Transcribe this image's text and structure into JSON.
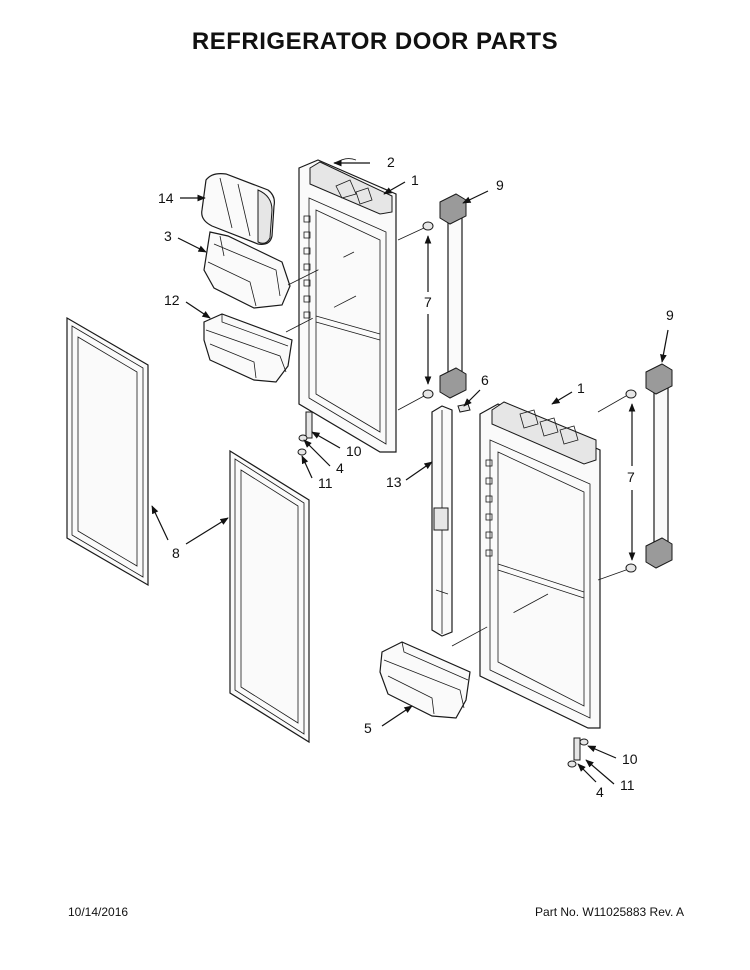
{
  "title": "REFRIGERATOR DOOR PARTS",
  "footer": {
    "date": "10/14/2016",
    "part_no": "Part No.  W11025883  Rev.  A"
  },
  "callouts": {
    "c1a": "1",
    "c1b": "1",
    "c2": "2",
    "c3": "3",
    "c4a": "4",
    "c4b": "4",
    "c5": "5",
    "c6": "6",
    "c7a": "7",
    "c7b": "7",
    "c8": "8",
    "c9a": "9",
    "c9b": "9",
    "c10a": "10",
    "c10b": "10",
    "c11a": "11",
    "c11b": "11",
    "c12": "12",
    "c13": "13",
    "c14": "14"
  }
}
